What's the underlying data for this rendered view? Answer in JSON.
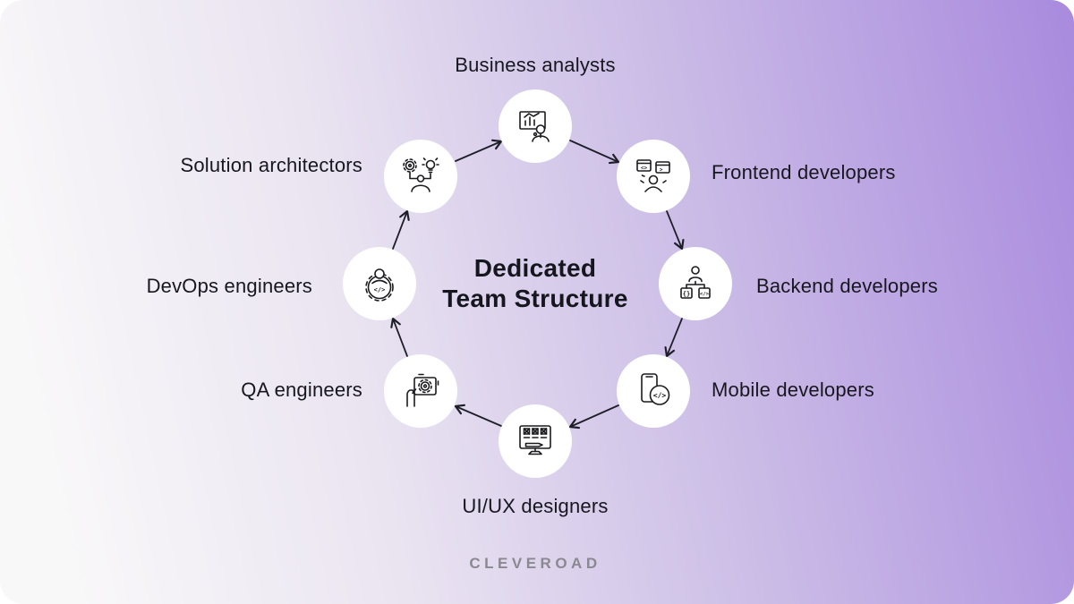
{
  "title": {
    "line1": "Dedicated",
    "line2": "Team Structure"
  },
  "brand": "CLEVEROAD",
  "diagram": {
    "type": "circular-flow",
    "flow_direction": "clockwise",
    "roles": [
      {
        "label": "Business analysts",
        "icon": "presentation-chart-person-icon",
        "position": "top"
      },
      {
        "label": "Frontend developers",
        "icon": "code-windows-person-icon",
        "position": "top-right"
      },
      {
        "label": "Backend developers",
        "icon": "person-code-modules-icon",
        "position": "right"
      },
      {
        "label": "Mobile developers",
        "icon": "smartphone-code-icon",
        "position": "bottom-right"
      },
      {
        "label": "UI/UX designers",
        "icon": "wireframe-monitor-pencil-icon",
        "position": "bottom"
      },
      {
        "label": "QA engineers",
        "icon": "hand-tablet-gear-icon",
        "position": "bottom-left"
      },
      {
        "label": "DevOps engineers",
        "icon": "gear-person-code-icon",
        "position": "left"
      },
      {
        "label": "Solution architectors",
        "icon": "person-gear-lightbulb-icon",
        "position": "top-left"
      }
    ]
  },
  "colors": {
    "background_gradient_start": "#f9f8f9",
    "background_gradient_end": "#a98ade",
    "node_fill": "#ffffff",
    "icon_stroke": "#1b1b1f",
    "label_text": "#17171f",
    "title_text": "#16161e",
    "brand_text": "#8a8891",
    "arrow": "#1e1e28"
  }
}
